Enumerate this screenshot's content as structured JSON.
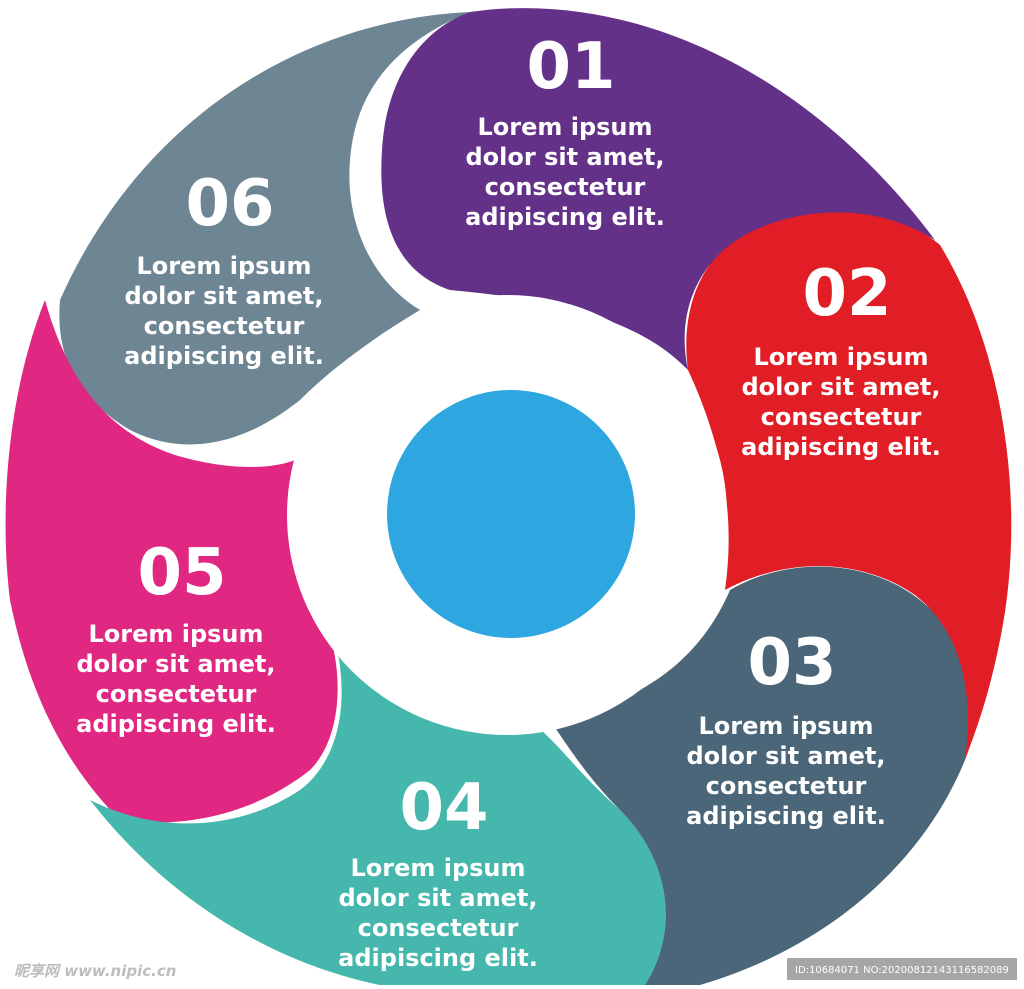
{
  "segments": [
    {
      "number": "01",
      "lines": [
        "Lorem ipsum",
        "dolor sit amet,",
        "consectetur",
        "adipiscing elit."
      ],
      "color": "#643189"
    },
    {
      "number": "02",
      "lines": [
        "Lorem ipsum",
        "dolor sit amet,",
        "consectetur",
        "adipiscing elit."
      ],
      "color": "#e11d25"
    },
    {
      "number": "03",
      "lines": [
        "Lorem ipsum",
        "dolor sit amet,",
        "consectetur",
        "adipiscing elit."
      ],
      "color": "#4a6678"
    },
    {
      "number": "04",
      "lines": [
        "Lorem ipsum",
        "dolor sit amet,",
        "consectetur",
        "adipiscing elit."
      ],
      "color": "#46b7ac"
    },
    {
      "number": "05",
      "lines": [
        "Lorem ipsum",
        "dolor sit amet,",
        "consectetur",
        "adipiscing elit."
      ],
      "color": "#e02781"
    },
    {
      "number": "06",
      "lines": [
        "Lorem ipsum",
        "dolor sit amet,",
        "consectetur",
        "adipiscing elit."
      ],
      "color": "#6e8594"
    }
  ],
  "center": {
    "color": "#2ea6e0"
  },
  "watermark": {
    "left": "昵享网 www.nipic.cn",
    "right": "ID:10684071 NO:20200812143116582089"
  }
}
